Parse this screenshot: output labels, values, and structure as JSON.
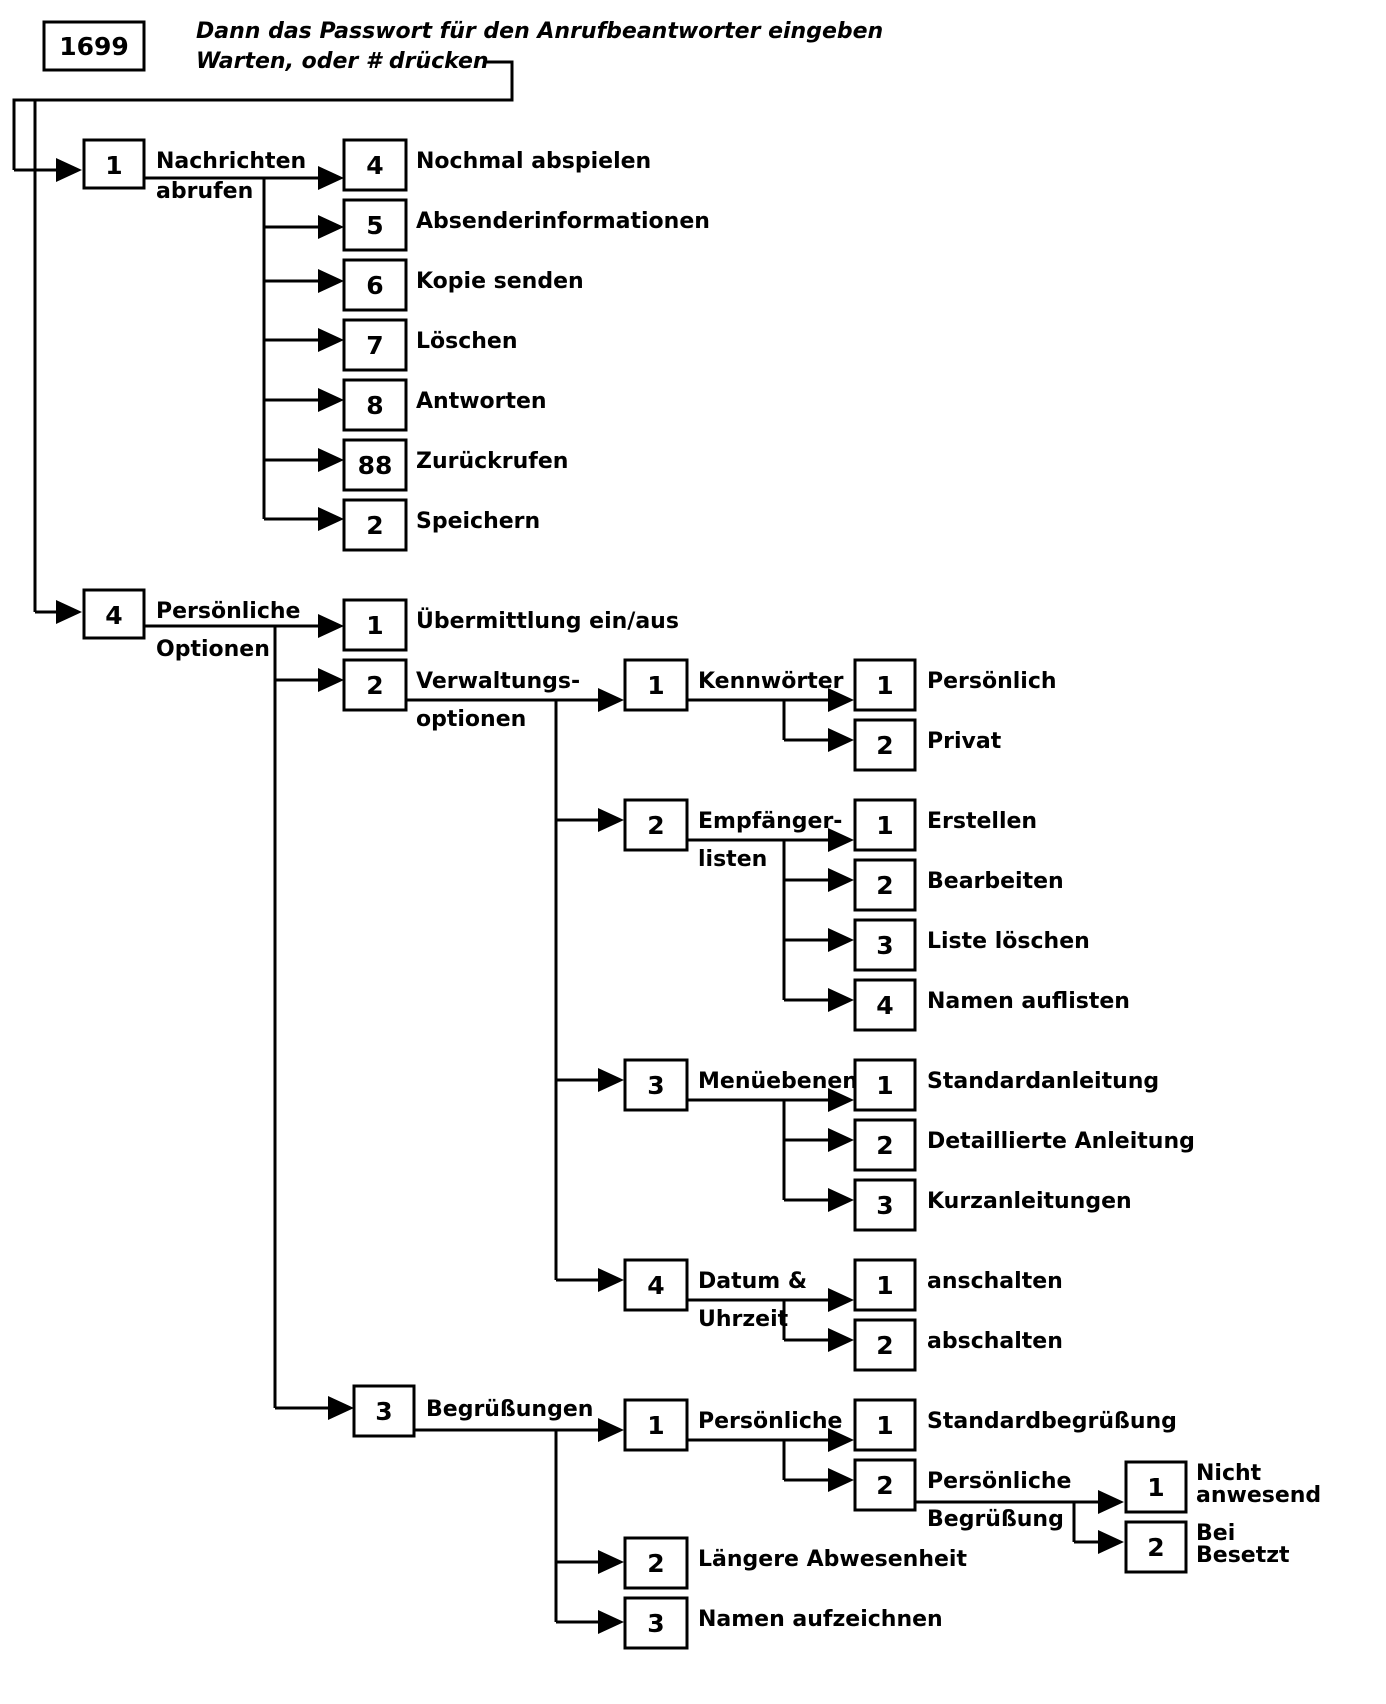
{
  "header": {
    "code": "1699",
    "intro_line1": "Dann das Passwort für den Anrufbeantworter eingeben",
    "intro_line2": "Warten, oder # drücken"
  },
  "menu1": {
    "key": "1",
    "label_line1": "Nachrichten",
    "label_line2": "abrufen",
    "items": [
      {
        "key": "4",
        "label": "Nochmal abspielen"
      },
      {
        "key": "5",
        "label": "Absenderinformationen"
      },
      {
        "key": "6",
        "label": "Kopie senden"
      },
      {
        "key": "7",
        "label": "Löschen"
      },
      {
        "key": "8",
        "label": "Antworten"
      },
      {
        "key": "88",
        "label": "Zurückrufen"
      },
      {
        "key": "2",
        "label": "Speichern"
      }
    ]
  },
  "menu4": {
    "key": "4",
    "label_line1": "Persönliche",
    "label_line2": "Optionen",
    "transmit": {
      "key": "1",
      "label": "Übermittlung ein/aus"
    },
    "admin": {
      "key": "2",
      "label_line1": "Verwaltungs-",
      "label_line2": "optionen",
      "groups": [
        {
          "key": "1",
          "label_line1": "Kennwörter",
          "label_line2": "",
          "items": [
            {
              "key": "1",
              "label": "Persönlich"
            },
            {
              "key": "2",
              "label": "Privat"
            }
          ]
        },
        {
          "key": "2",
          "label_line1": "Empfänger-",
          "label_line2": "listen",
          "items": [
            {
              "key": "1",
              "label": "Erstellen"
            },
            {
              "key": "2",
              "label": "Bearbeiten"
            },
            {
              "key": "3",
              "label": "Liste löschen"
            },
            {
              "key": "4",
              "label": "Namen auflisten"
            }
          ]
        },
        {
          "key": "3",
          "label_line1": "Menüebenen",
          "label_line2": "",
          "items": [
            {
              "key": "1",
              "label": "Standardanleitung"
            },
            {
              "key": "2",
              "label": "Detaillierte Anleitung"
            },
            {
              "key": "3",
              "label": "Kurzanleitungen"
            }
          ]
        },
        {
          "key": "4",
          "label_line1": "Datum &",
          "label_line2": "Uhrzeit",
          "items": [
            {
              "key": "1",
              "label": "anschalten"
            },
            {
              "key": "2",
              "label": "abschalten"
            }
          ]
        }
      ]
    },
    "greetings": {
      "key": "3",
      "label": "Begrüßungen",
      "personal": {
        "key": "1",
        "label": "Persönliche",
        "items": [
          {
            "key": "1",
            "label": "Standardbegrüßung"
          },
          {
            "key": "2",
            "label_line1": "Persönliche",
            "label_line2": "Begrüßung"
          }
        ],
        "sub": [
          {
            "key": "1",
            "label_line1": "Nicht",
            "label_line2": "anwesend"
          },
          {
            "key": "2",
            "label_line1": "Bei",
            "label_line2": "Besetzt"
          }
        ]
      },
      "extended": {
        "key": "2",
        "label": "Längere Abwesenheit"
      },
      "record": {
        "key": "3",
        "label": "Namen aufzeichnen"
      }
    }
  }
}
